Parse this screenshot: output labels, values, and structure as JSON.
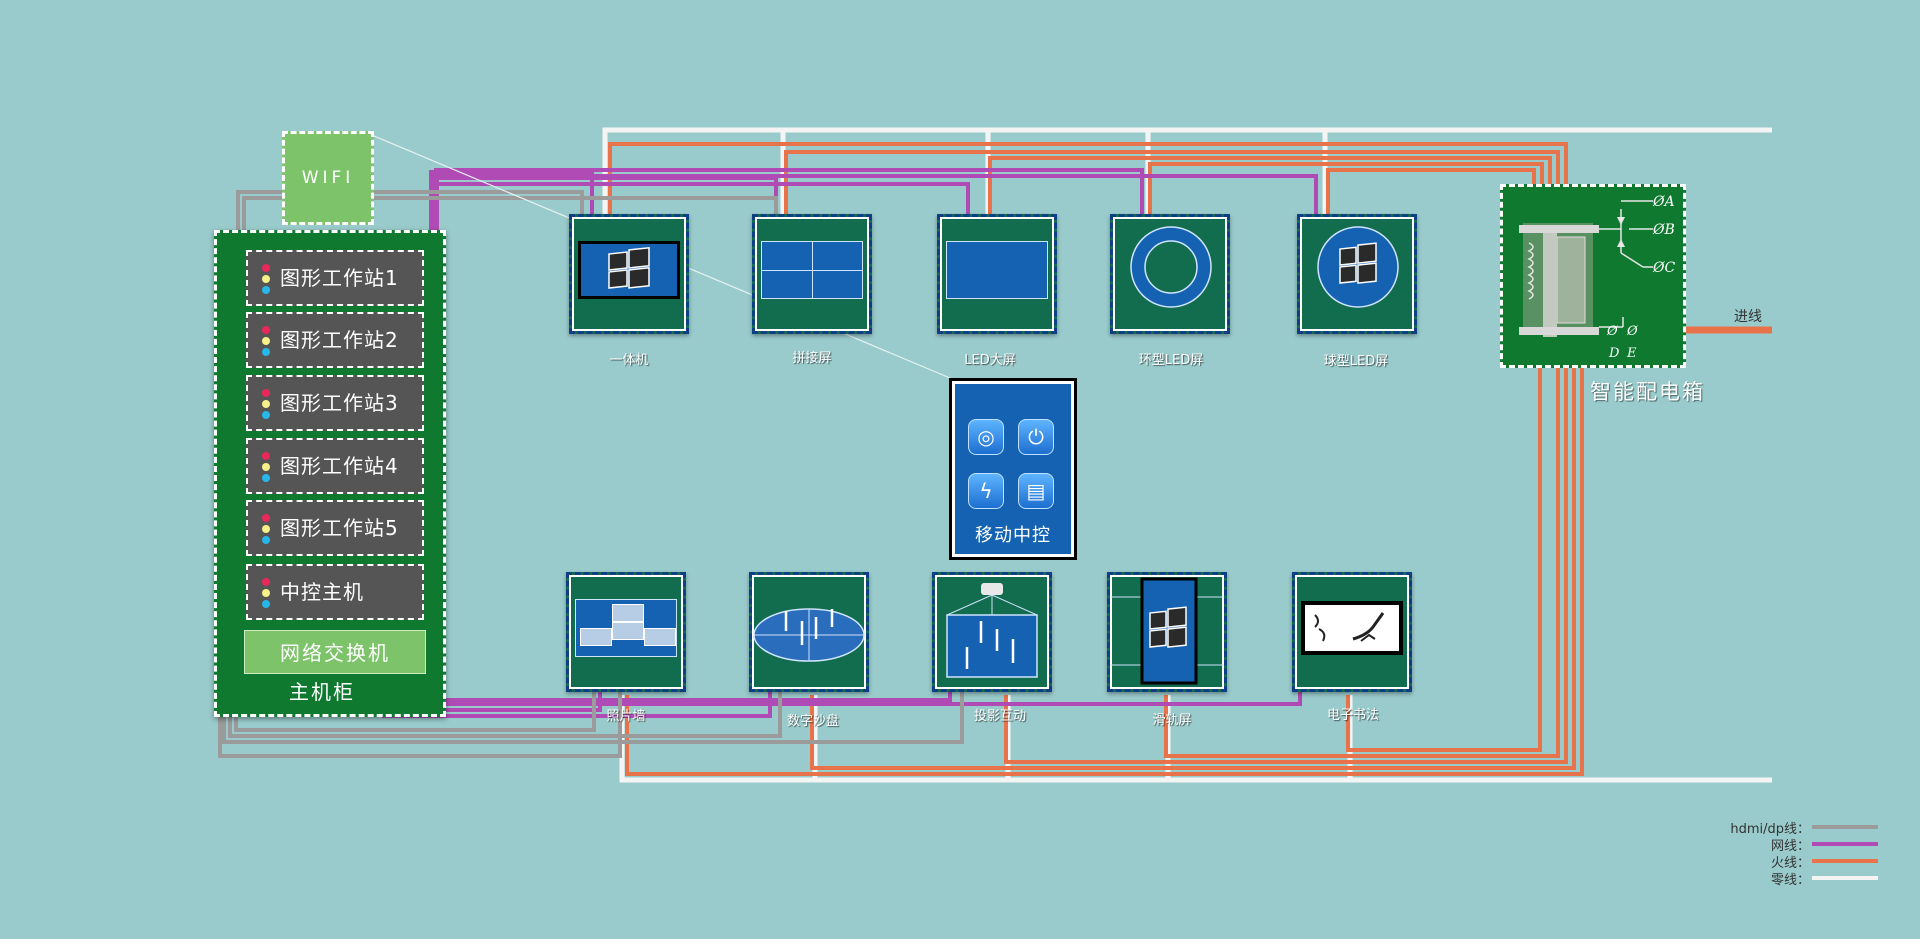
{
  "rack": {
    "title": "主机柜",
    "switch": "网络交换机",
    "workstations": [
      {
        "label": "图形工作站1"
      },
      {
        "label": "图形工作站2"
      },
      {
        "label": "图形工作站3"
      },
      {
        "label": "图形工作站4"
      },
      {
        "label": "图形工作站5"
      },
      {
        "label": "中控主机"
      }
    ],
    "indicator_colors": [
      "#e8285a",
      "#f6f08a",
      "#27b7e8"
    ]
  },
  "wifi": {
    "label": "WIFI"
  },
  "mobile": {
    "label": "移动中控",
    "icons": [
      "antenna-icon",
      "power-icon",
      "lightning-icon",
      "document-icon"
    ]
  },
  "devices_top": [
    {
      "label": "一体机",
      "icon": "windows-monitor-icon"
    },
    {
      "label": "拼接屏",
      "icon": "video-wall-icon"
    },
    {
      "label": "LED大屏",
      "icon": "led-screen-icon"
    },
    {
      "label": "环型LED屏",
      "icon": "ring-led-icon"
    },
    {
      "label": "球型LED屏",
      "icon": "sphere-led-icon"
    }
  ],
  "devices_bottom": [
    {
      "label": "照片墙",
      "icon": "photo-wall-icon"
    },
    {
      "label": "数字沙盘",
      "icon": "digital-sandbox-icon"
    },
    {
      "label": "投影互动",
      "icon": "projector-icon"
    },
    {
      "label": "滑轨屏",
      "icon": "slide-rail-screen-icon"
    },
    {
      "label": "电子书法",
      "icon": "calligraphy-icon"
    }
  ],
  "power_box": {
    "title": "智能配电箱",
    "terminals": [
      "ØA",
      "ØB",
      "ØC"
    ],
    "lower_terminals": [
      "Ø",
      "Ø",
      "D",
      "E"
    ],
    "feed_label": "进线"
  },
  "legend": [
    {
      "label": "hdmi/dp线：",
      "color": "#9b9b9b"
    },
    {
      "label": "网线：",
      "color": "#b04bb5"
    },
    {
      "label": "火线：",
      "color": "#e8734a"
    },
    {
      "label": "零线：",
      "color": "#f4f4f4"
    }
  ],
  "colors": {
    "background": "#9acbcc",
    "hdmi": "#9b9b9b",
    "network": "#b04bb5",
    "live": "#e8734a",
    "neutral": "#f4f4f4"
  }
}
